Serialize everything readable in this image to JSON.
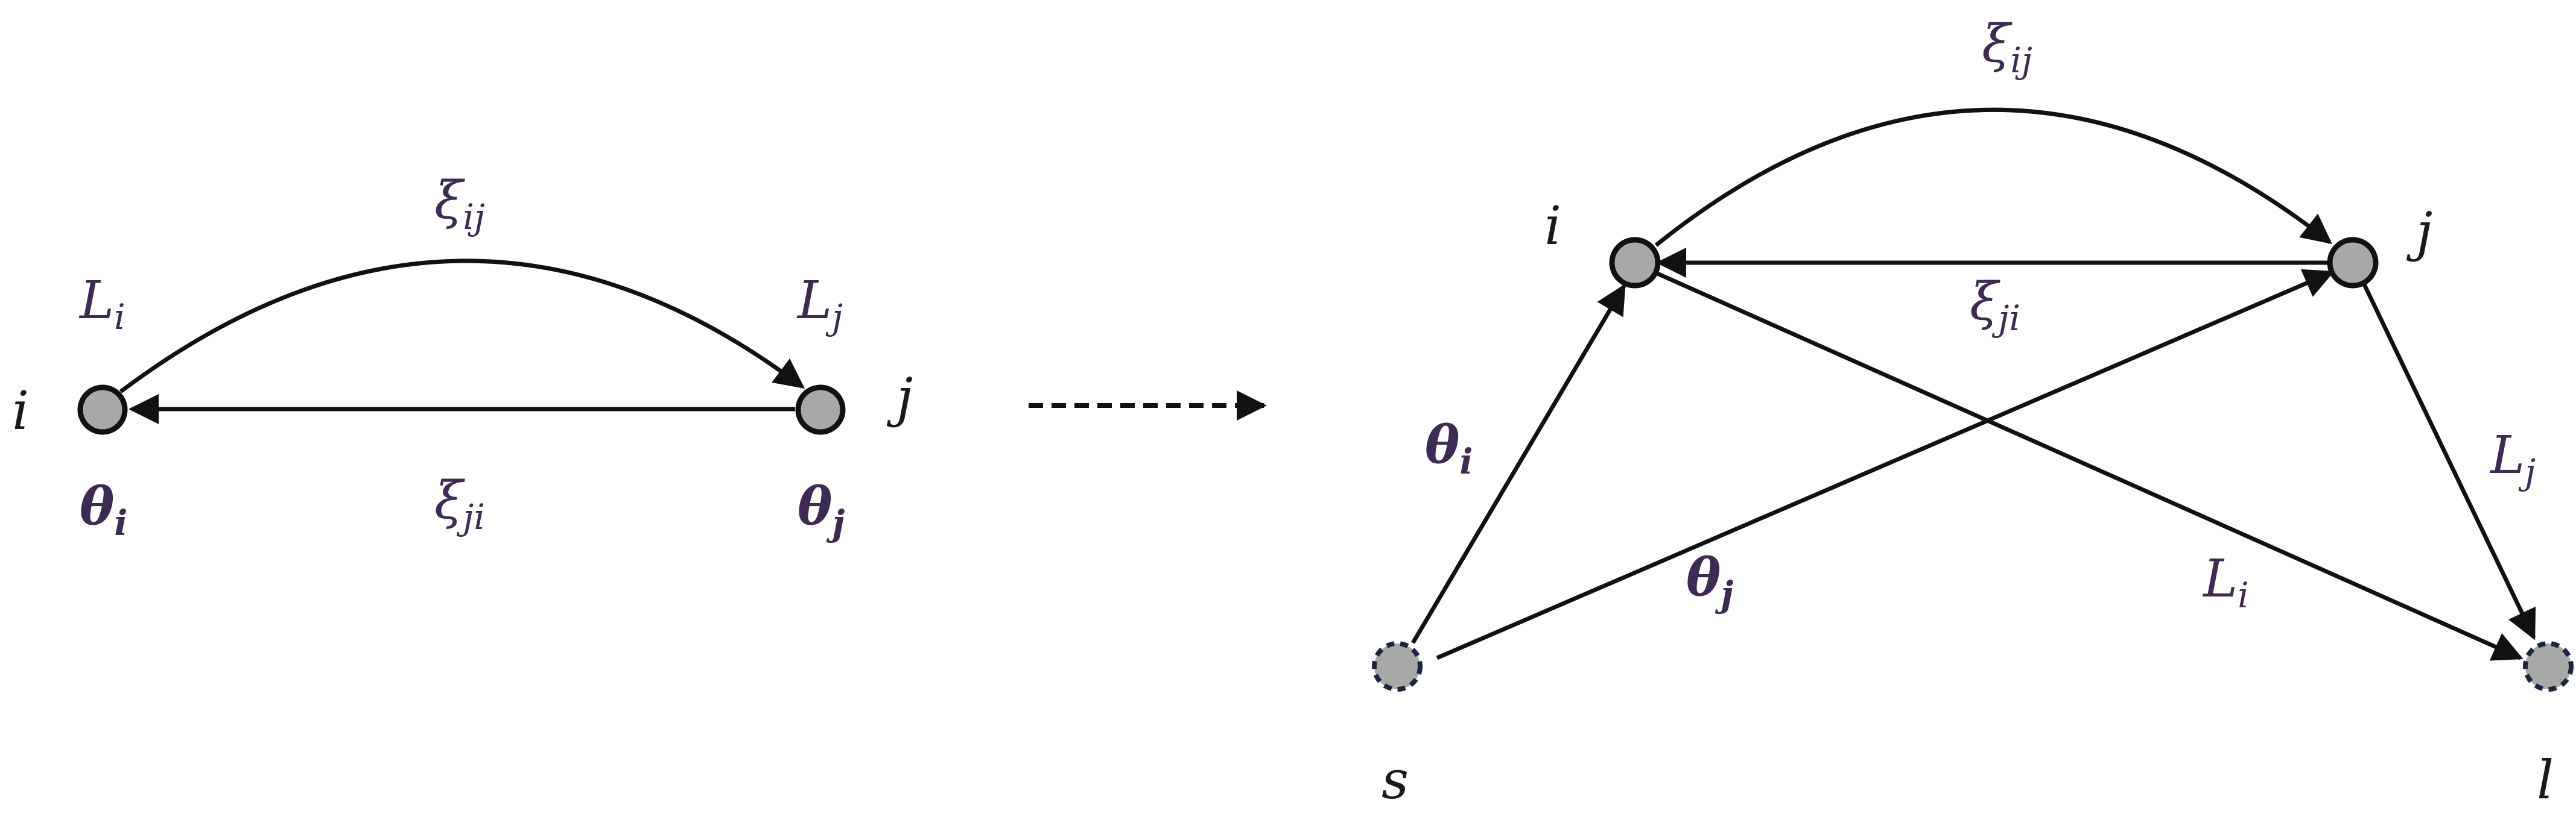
{
  "left": {
    "nodes": {
      "i": "i",
      "j": "j"
    },
    "labels": {
      "L_i": {
        "base": "L",
        "sub": "i"
      },
      "L_j": {
        "base": "L",
        "sub": "j"
      },
      "theta_i": {
        "base": "θ",
        "sub": "i"
      },
      "theta_j": {
        "base": "θ",
        "sub": "j"
      },
      "xi_ij": {
        "base": "ξ",
        "sub": "ij"
      },
      "xi_ji": {
        "base": "ξ",
        "sub": "ji"
      }
    }
  },
  "right": {
    "nodes": {
      "i": "i",
      "j": "j",
      "s": "s",
      "l": "l"
    },
    "labels": {
      "xi_ij": {
        "base": "ξ",
        "sub": "ij"
      },
      "xi_ji": {
        "base": "ξ",
        "sub": "ji"
      },
      "theta_i": {
        "base": "θ",
        "sub": "i"
      },
      "theta_j": {
        "base": "θ",
        "sub": "j"
      },
      "L_i": {
        "base": "L",
        "sub": "i"
      },
      "L_j": {
        "base": "L",
        "sub": "j"
      }
    }
  },
  "colors": {
    "node_fill": "#a8a8a8",
    "edge": "#111111",
    "label": "#3d2a55"
  }
}
